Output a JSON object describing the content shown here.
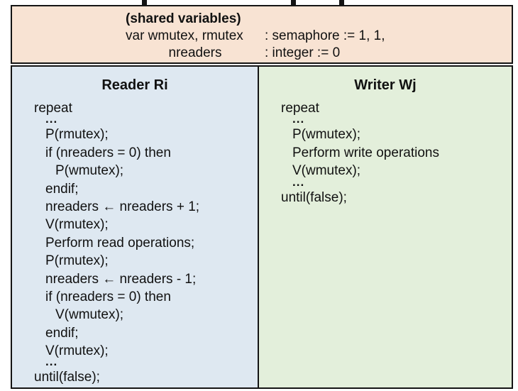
{
  "colors": {
    "shared_bg": "#F8E3D3",
    "reader_bg": "#DEE8F1",
    "writer_bg": "#E3EFDB",
    "border": "#141414"
  },
  "shared": {
    "title": "(shared variables)",
    "rows": [
      {
        "name": "var wmutex, rmutex",
        "type": ": semaphore := 1, 1,"
      },
      {
        "name": "nreaders",
        "type": ": integer := 0"
      }
    ]
  },
  "reader": {
    "title": "Reader Ri",
    "lines": [
      {
        "text": "repeat",
        "indent": 0
      },
      {
        "text": "...",
        "indent": 1,
        "ellipsis": true
      },
      {
        "text": "P(rmutex);",
        "indent": 1
      },
      {
        "text": "if (nreaders = 0) then",
        "indent": 1
      },
      {
        "text": "P(wmutex);",
        "indent": 2
      },
      {
        "text": "endif;",
        "indent": 1
      },
      {
        "text": "nreaders ← nreaders + 1;",
        "indent": 1
      },
      {
        "text": "V(rmutex);",
        "indent": 1
      },
      {
        "text": "Perform read operations;",
        "indent": 1
      },
      {
        "text": "P(rmutex);",
        "indent": 1
      },
      {
        "text": "nreaders ← nreaders - 1;",
        "indent": 1
      },
      {
        "text": "if (nreaders = 0) then",
        "indent": 1
      },
      {
        "text": "V(wmutex);",
        "indent": 2
      },
      {
        "text": "endif;",
        "indent": 1
      },
      {
        "text": "V(rmutex);",
        "indent": 1
      },
      {
        "text": "...",
        "indent": 1,
        "ellipsis": true
      },
      {
        "text": "until(false);",
        "indent": 0
      }
    ]
  },
  "writer": {
    "title": "Writer Wj",
    "lines": [
      {
        "text": "repeat",
        "indent": 0
      },
      {
        "text": "...",
        "indent": 1,
        "ellipsis": true
      },
      {
        "text": "P(wmutex);",
        "indent": 1
      },
      {
        "text": "Perform write operations",
        "indent": 1
      },
      {
        "text": "V(wmutex);",
        "indent": 1
      },
      {
        "text": "...",
        "indent": 1,
        "ellipsis": true
      },
      {
        "text": "until(false);",
        "indent": 0
      }
    ]
  }
}
